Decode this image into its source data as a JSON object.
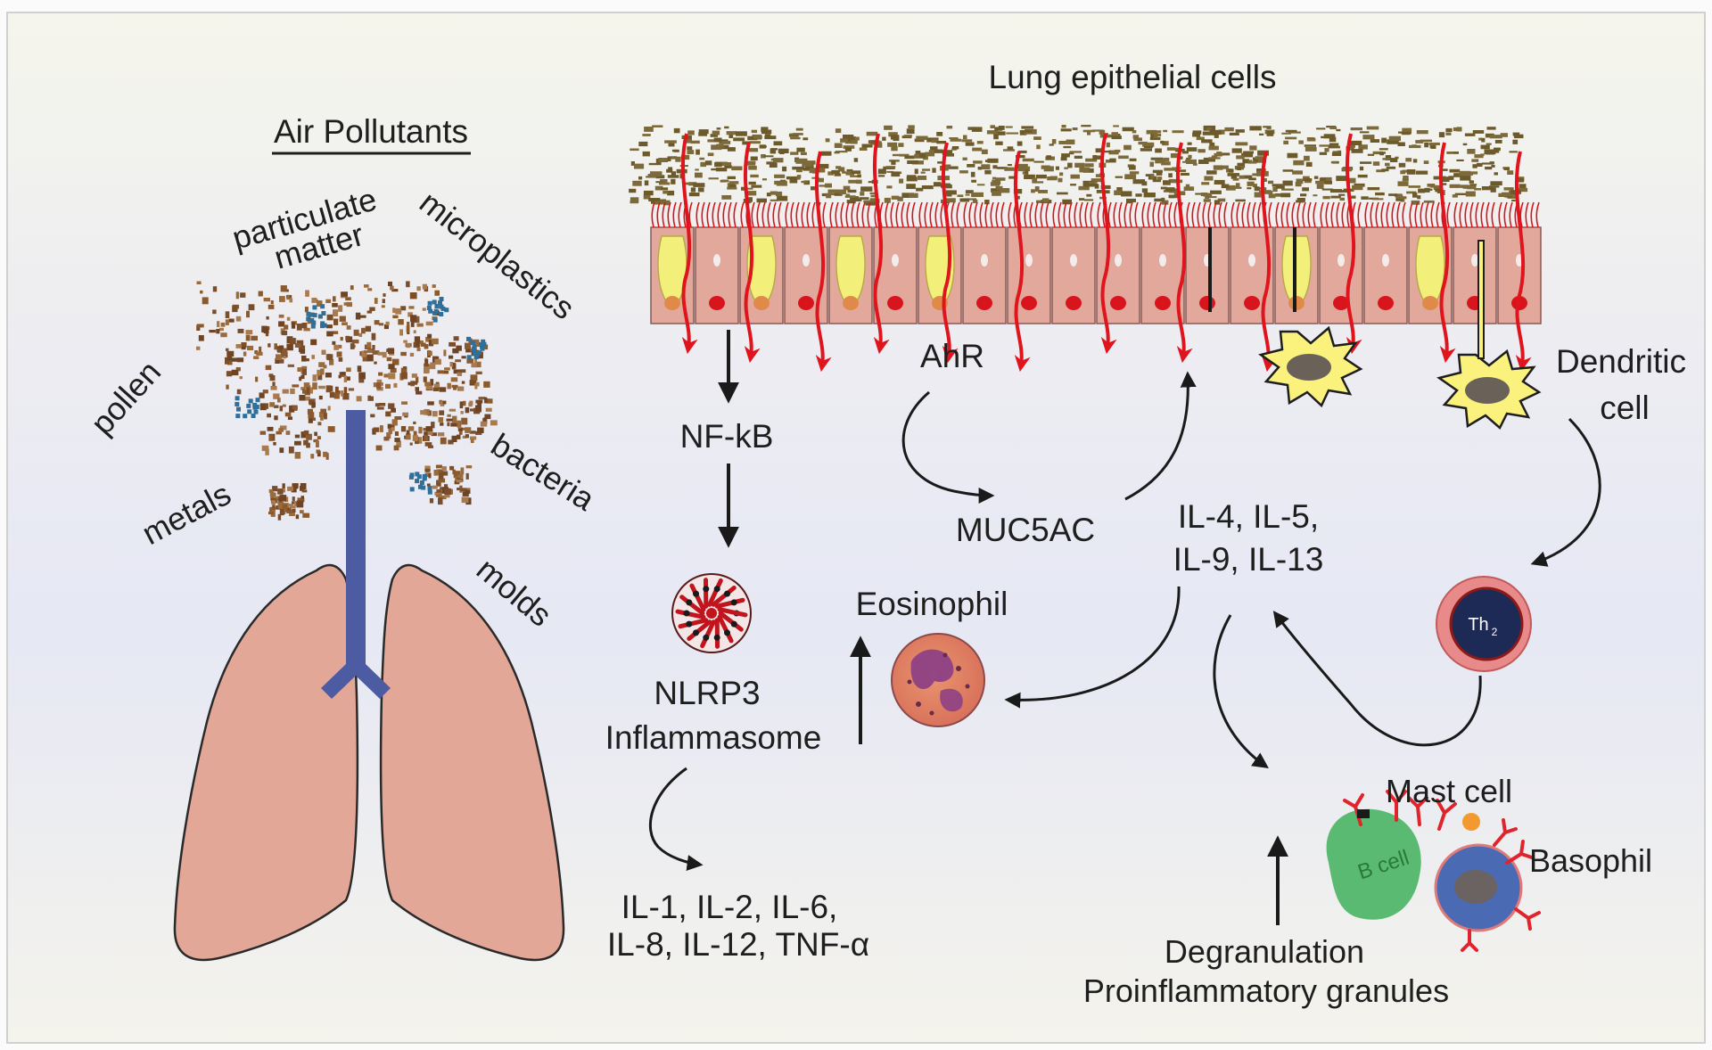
{
  "title": "Air Pollutants",
  "pollutants": {
    "particulate_line1": "particulate",
    "particulate_line2": "matter",
    "microplastics": "microplastics",
    "pollen": "pollen",
    "metals": "metals",
    "bacteria": "bacteria",
    "molds": "molds"
  },
  "epithelium_label": "Lung epithelial cells",
  "pathway": {
    "nfkb": "NF-kB",
    "nlrp3": "NLRP3",
    "inflammasome": "Inflammasome",
    "cytokines_line1": "IL-1, IL-2, IL-6,",
    "cytokines_line2": "IL-8, IL-12, TNF-α",
    "ahr": "AhR",
    "muc5ac": "MUC5AC",
    "eosinophil": "Eosinophil",
    "th2_line1": "IL-4, IL-5,",
    "th2_line2": "IL-9, IL-13",
    "dendritic_line1": "Dendritic",
    "dendritic_line2": "cell",
    "th2_cell": "Th",
    "th2_sub": "2",
    "mast_cell": "Mast cell",
    "basophil": "Basophil",
    "bcell": "B cell",
    "degran_line1": "Degranulation",
    "degran_line2": "Proinflammatory granules"
  }
}
